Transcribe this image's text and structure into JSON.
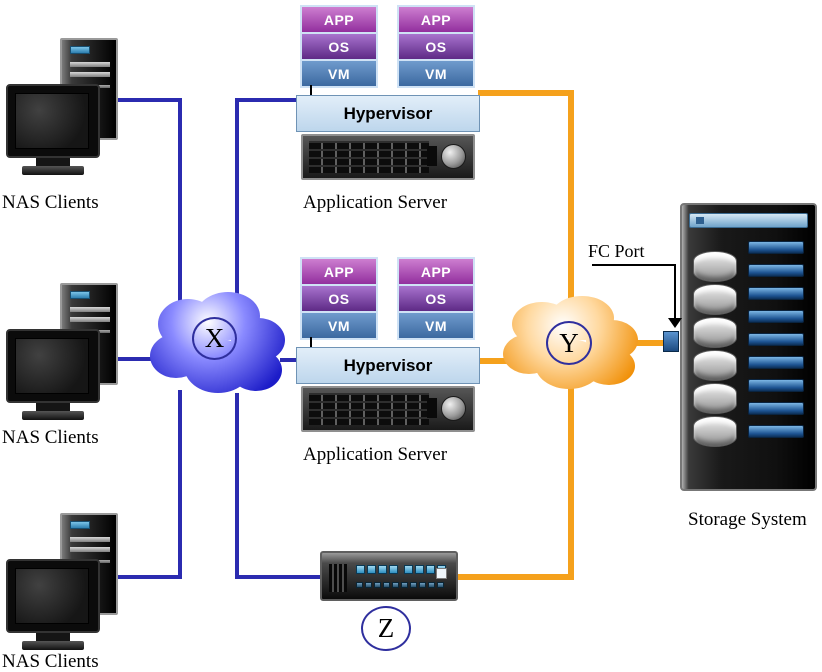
{
  "nas_clients": [
    {
      "label": "NAS Clients"
    },
    {
      "label": "NAS Clients"
    },
    {
      "label": "NAS Clients"
    }
  ],
  "app_servers": [
    {
      "label": "Application Server",
      "hypervisor": "Hypervisor",
      "vms": [
        {
          "app": "APP",
          "os": "OS",
          "vm": "VM"
        },
        {
          "app": "APP",
          "os": "OS",
          "vm": "VM"
        }
      ]
    },
    {
      "label": "Application Server",
      "hypervisor": "Hypervisor",
      "vms": [
        {
          "app": "APP",
          "os": "OS",
          "vm": "VM"
        },
        {
          "app": "APP",
          "os": "OS",
          "vm": "VM"
        }
      ]
    }
  ],
  "network_nodes": {
    "cloud_x_label": "X",
    "cloud_y_label": "Y",
    "device_z_label": "Z"
  },
  "storage": {
    "label": "Storage System",
    "fc_port_label": "FC Port"
  },
  "colors": {
    "lan_line": "#2b2bb0",
    "san_line": "#F5A11C",
    "cloud_x_fill": "#1c1cc8",
    "cloud_y_fill": "#f08c00",
    "vm_app_band": "#922f9e",
    "vm_os_band": "#5e2a86",
    "vm_vm_band": "#3c69a0",
    "hypervisor_bg": "#bdd6ec",
    "fc_port_fill": "#1c4a80"
  }
}
